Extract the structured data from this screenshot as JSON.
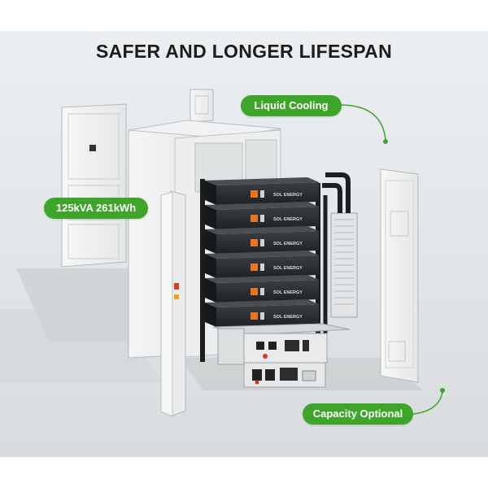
{
  "title": "SAFER AND LONGER LIFESPAN",
  "callouts": {
    "liquid_cooling": "Liquid Cooling",
    "capacity": "125kVA 261kWh",
    "capacity_optional": "Capacity Optional"
  },
  "battery_label": "SOL ENERGY",
  "colors": {
    "accent_green": "#3fa52a",
    "battery_body": "#2a2c2f",
    "indicator_orange": "#e8741e"
  }
}
